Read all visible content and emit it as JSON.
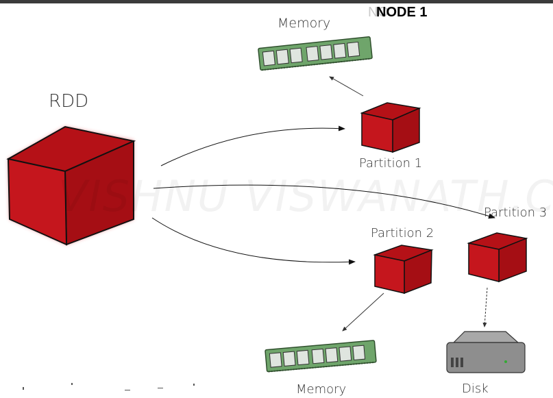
{
  "diagram": {
    "title": "NODE 1",
    "title_ghost": "NO",
    "rdd_label": "RDD",
    "watermark": "VISHNU VISWANATH.COM",
    "partitions": [
      {
        "label": "Partition 1",
        "storage": "Memory"
      },
      {
        "label": "Partition 2",
        "storage": "Memory"
      },
      {
        "label": "Partition 3",
        "storage": "Disk"
      }
    ],
    "colors": {
      "cube": "#c0161c",
      "cube_dark": "#8d0c12",
      "memory_module": "#6fa56b",
      "disk": "#8e8e8e"
    }
  }
}
